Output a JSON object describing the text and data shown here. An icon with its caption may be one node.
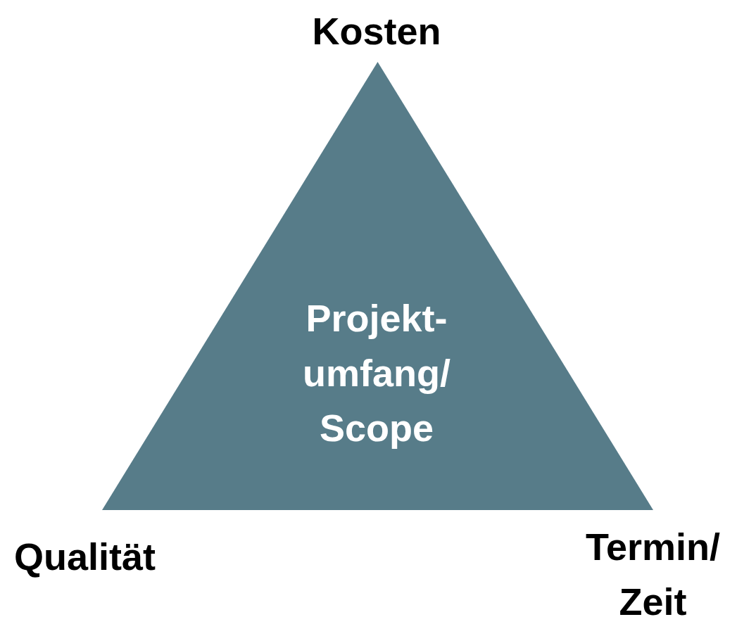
{
  "diagram": {
    "nodes": [
      {
        "text": [
          "Projekt- umfang/ Scope"
        ]
      }
    ],
    "edges": [],
    "labels": [
      "Kosten",
      "Qualität",
      "Termin/ Zeit"
    ]
  }
}
